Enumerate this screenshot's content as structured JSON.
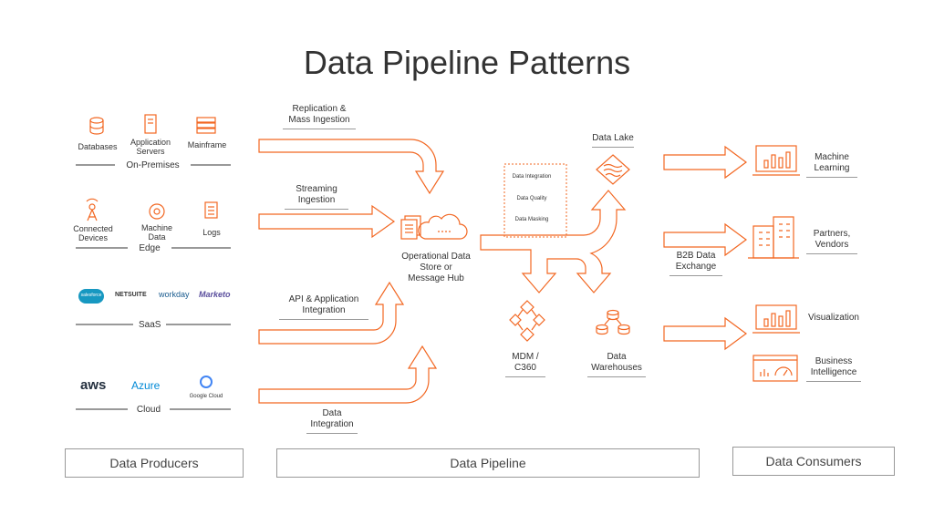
{
  "title": "Data Pipeline Patterns",
  "producers": {
    "onprem": {
      "items": [
        "Databases",
        "Application Servers",
        "Mainframe"
      ],
      "group": "On-Premises"
    },
    "edge": {
      "items": [
        "Connected Devices",
        "Machine Data",
        "Logs"
      ],
      "group": "Edge"
    },
    "saas": {
      "logos": [
        "salesforce",
        "NETSUITE",
        "workday",
        "Marketo"
      ],
      "group": "SaaS"
    },
    "cloud": {
      "logos": [
        "aws",
        "Azure",
        "Google Cloud"
      ],
      "group": "Cloud"
    }
  },
  "pipeline": {
    "replication": "Replication & Mass Ingestion",
    "streaming": "Streaming Ingestion",
    "api": "API & Application Integration",
    "data_integration": "Data Integration",
    "hub": "Operational Data Store or Message Hub",
    "processing": [
      "Data Integration",
      "Data Quality",
      "Data Masking"
    ],
    "data_lake": "Data Lake",
    "mdm": "MDM / C360",
    "warehouses": "Data Warehouses"
  },
  "consumers": {
    "ml": "Machine Learning",
    "partners": "Partners, Vendors",
    "b2b": "B2B Data Exchange",
    "viz": "Visualization",
    "bi": "Business Intelligence"
  },
  "footer": {
    "producers": "Data Producers",
    "pipeline": "Data Pipeline",
    "consumers": "Data Consumers"
  },
  "colors": {
    "accent": "#f26722",
    "text": "#333333",
    "rule": "#999999"
  }
}
